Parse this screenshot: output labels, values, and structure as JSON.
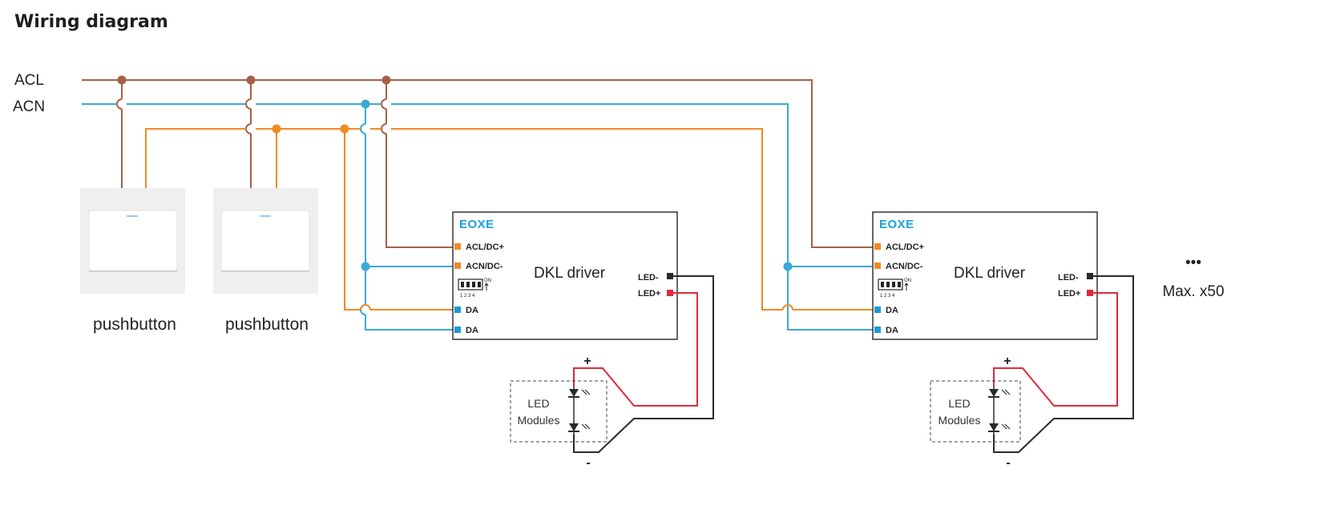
{
  "title": "Wiring diagram",
  "bus": {
    "acl": "ACL",
    "acn": "ACN"
  },
  "pushbuttons": [
    {
      "label": "pushbutton"
    },
    {
      "label": "pushbutton"
    }
  ],
  "drivers": [
    {
      "brand": "EOXE",
      "name": "DKL driver",
      "terminals": [
        "ACL/DC+",
        "ACN/DC-",
        "DA",
        "DA"
      ],
      "dip_numbers": "1 2 3 4",
      "dip_on": "ON",
      "outputs": [
        "LED-",
        "LED+"
      ],
      "module_label": [
        "LED",
        "Modules"
      ],
      "plus": "+",
      "minus": "-"
    },
    {
      "brand": "EOXE",
      "name": "DKL driver",
      "terminals": [
        "ACL/DC+",
        "ACN/DC-",
        "DA",
        "DA"
      ],
      "dip_numbers": "1 2 3 4",
      "dip_on": "ON",
      "outputs": [
        "LED-",
        "LED+"
      ],
      "module_label": [
        "LED",
        "Modules"
      ],
      "plus": "+",
      "minus": "-"
    }
  ],
  "more": {
    "ellipsis": "•••",
    "label": "Max. x50"
  },
  "colors": {
    "acl_wire": "#a85f45",
    "acn_wire": "#3aa9d6",
    "da_wire": "#f08a24",
    "led_minus_wire": "#2a2a2a",
    "led_plus_wire": "#e0283c",
    "brand": "#1ba1d8"
  }
}
